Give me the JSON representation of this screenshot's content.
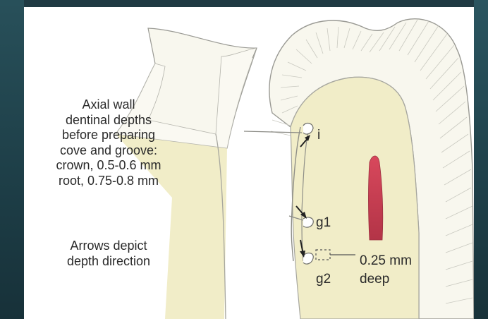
{
  "figure": {
    "caption_lines": [
      "Axial wall",
      "dentinal depths",
      "before preparing",
      "cove and groove:",
      "crown, 0.5-0.6 mm",
      "root, 0.75-0.8 mm"
    ],
    "note_lines": [
      "Arrows depict",
      "depth direction"
    ],
    "labels": {
      "i": "i",
      "g1": "g1",
      "g2": "g2",
      "depth_value": "0.25 mm",
      "depth_word": "deep"
    },
    "colors": {
      "enamel": "#f8f7ee",
      "dentin": "#f1edc8",
      "pulp": "#c23b4e",
      "outline": "#9a9a94",
      "slide_background": "#1f3a43"
    }
  }
}
